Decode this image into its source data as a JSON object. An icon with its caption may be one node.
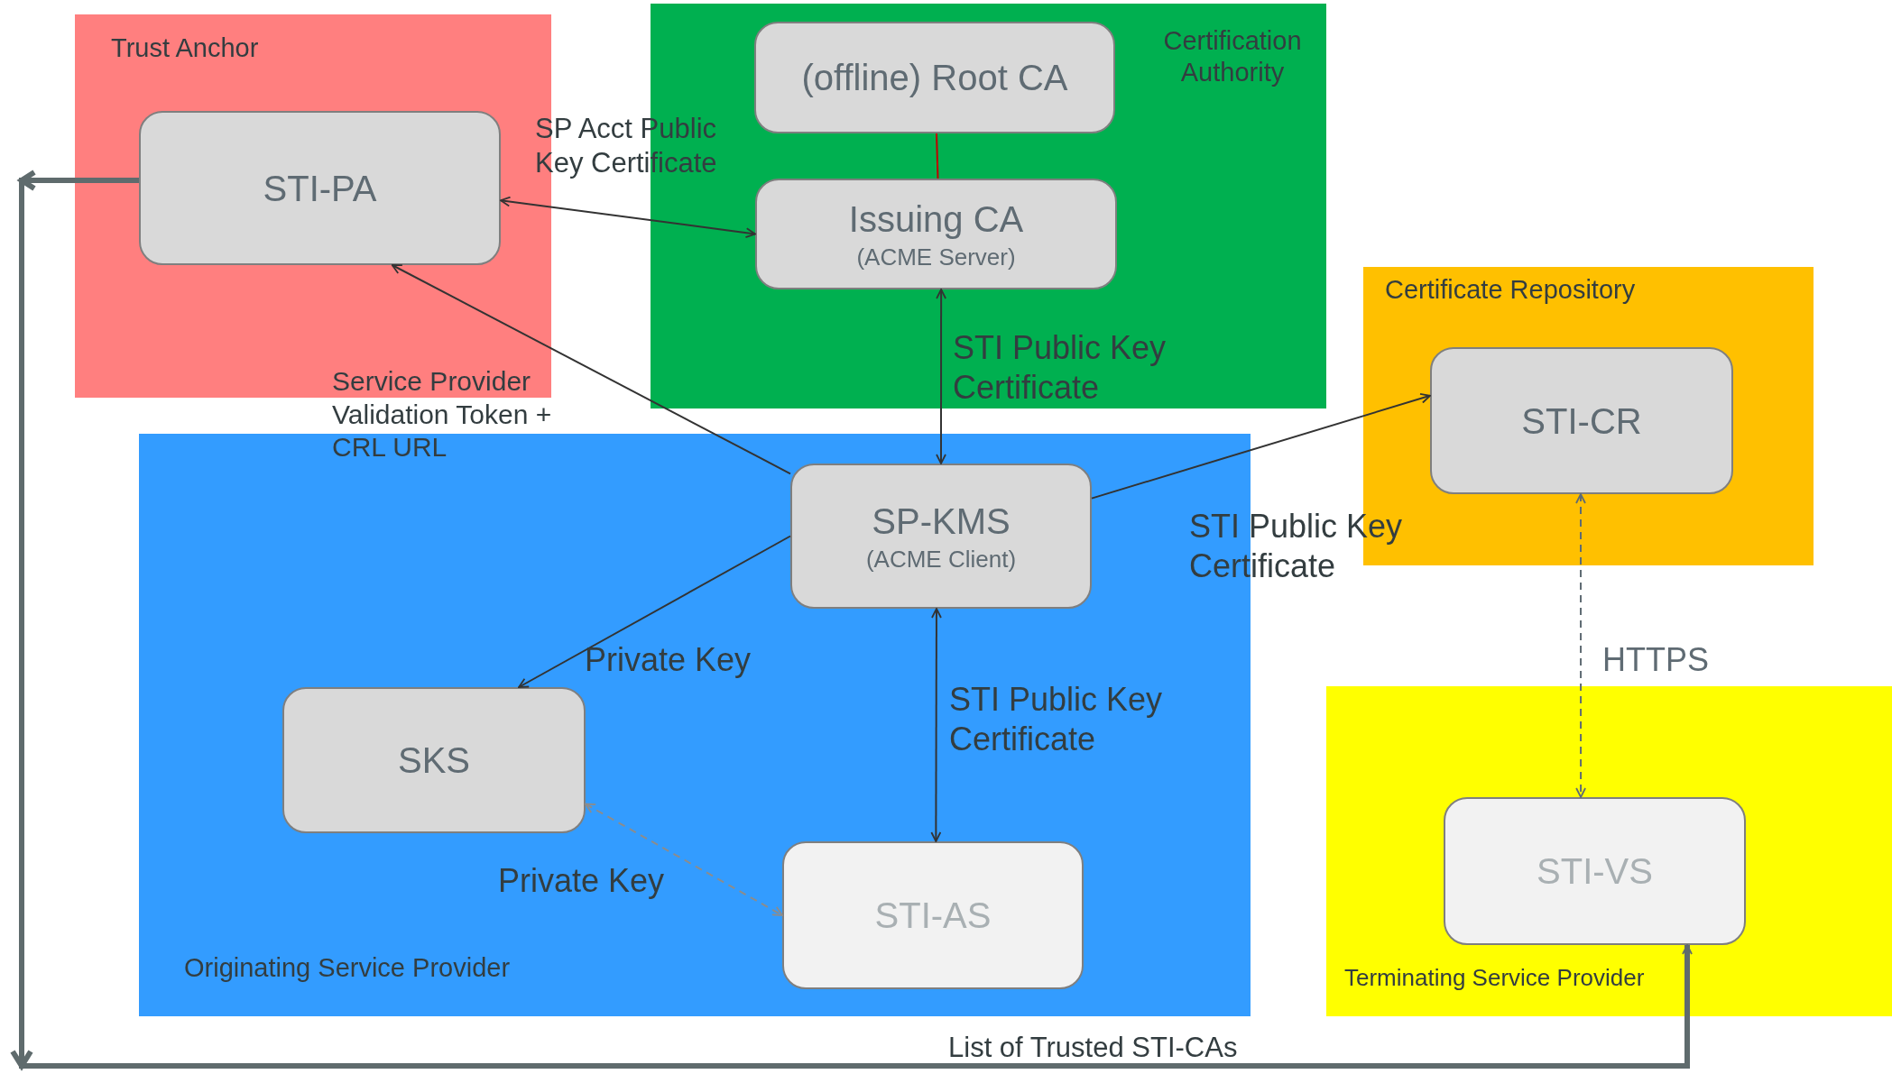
{
  "diagram": {
    "nodes": [
      {
        "text": [
          "Trust Anchor"
        ]
      },
      {
        "text": [
          "STI-PA"
        ],
        "in": 0
      },
      {
        "text": [
          "Certification Authority"
        ]
      },
      {
        "text": [
          "(offline) Root CA"
        ],
        "in": 2
      },
      {
        "text": [
          "Issuing CA",
          "(ACME Server)"
        ],
        "in": 2
      },
      {
        "text": [
          "Certificate Repository"
        ]
      },
      {
        "text": [
          "STI-CR"
        ],
        "in": 5
      },
      {
        "text": [
          "Originating Service Provider"
        ]
      },
      {
        "text": [
          "SP-KMS",
          "(ACME Client)"
        ],
        "in": 7
      },
      {
        "text": [
          "SKS"
        ],
        "in": 7
      },
      {
        "text": [
          "STI-AS"
        ],
        "in": 7
      },
      {
        "text": [
          "Terminating Service Provider"
        ]
      },
      {
        "text": [
          "STI-VS"
        ],
        "in": 11
      }
    ],
    "edges": [
      {
        "from": 3,
        "to": 4,
        "arrow": "none",
        "color": "#c00000"
      },
      {
        "from": 1,
        "to": 4,
        "arrow": "both",
        "label": "SP Acct Public Key Certificate"
      },
      {
        "from": 4,
        "to": 8,
        "arrow": "both",
        "label": "STI Public Key Certificate"
      },
      {
        "from": 8,
        "to": 1,
        "arrow": "to",
        "label": "Service Provider Validation Token + CRL URL"
      },
      {
        "from": 8,
        "to": 6,
        "arrow": "to",
        "label": "STI Public Key Certificate"
      },
      {
        "from": 8,
        "to": 9,
        "arrow": "to",
        "label": "Private Key"
      },
      {
        "from": 8,
        "to": 10,
        "arrow": "both",
        "label": "STI Public Key Certificate"
      },
      {
        "from": 9,
        "to": 10,
        "arrow": "both",
        "label": "Private Key",
        "style": "dashed",
        "color": "#8c8c8c"
      },
      {
        "from": 6,
        "to": 12,
        "arrow": "both",
        "label": "HTTPS",
        "style": "dashed",
        "color": "#5f6b73"
      },
      {
        "from": 1,
        "to": 12,
        "arrow": "to",
        "label": "List of Trusted STI-CAs",
        "style": "thick",
        "color": "#5f6b6d"
      }
    ]
  }
}
